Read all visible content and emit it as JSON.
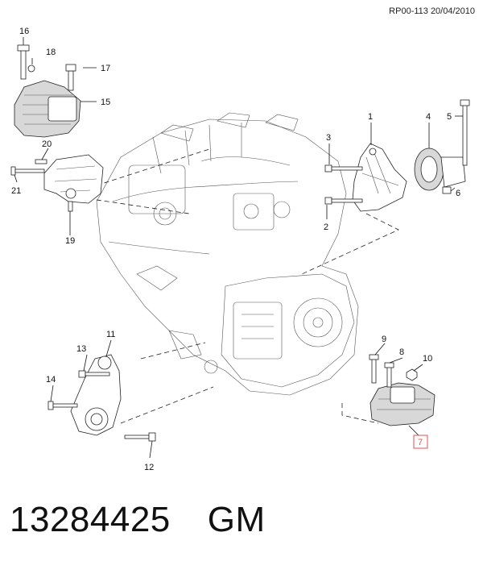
{
  "header": {
    "ref_code": "RP00-113 20/04/2010"
  },
  "callouts": [
    "1",
    "2",
    "3",
    "4",
    "5",
    "6",
    "7",
    "8",
    "9",
    "10",
    "11",
    "12",
    "13",
    "14",
    "15",
    "16",
    "17",
    "18",
    "19",
    "20",
    "21"
  ],
  "highlighted_callout": "7",
  "footer": {
    "part_number": "13284425",
    "brand": "GM"
  },
  "colors": {
    "highlight": "#e05050",
    "line": "#111111",
    "background": "#ffffff"
  }
}
